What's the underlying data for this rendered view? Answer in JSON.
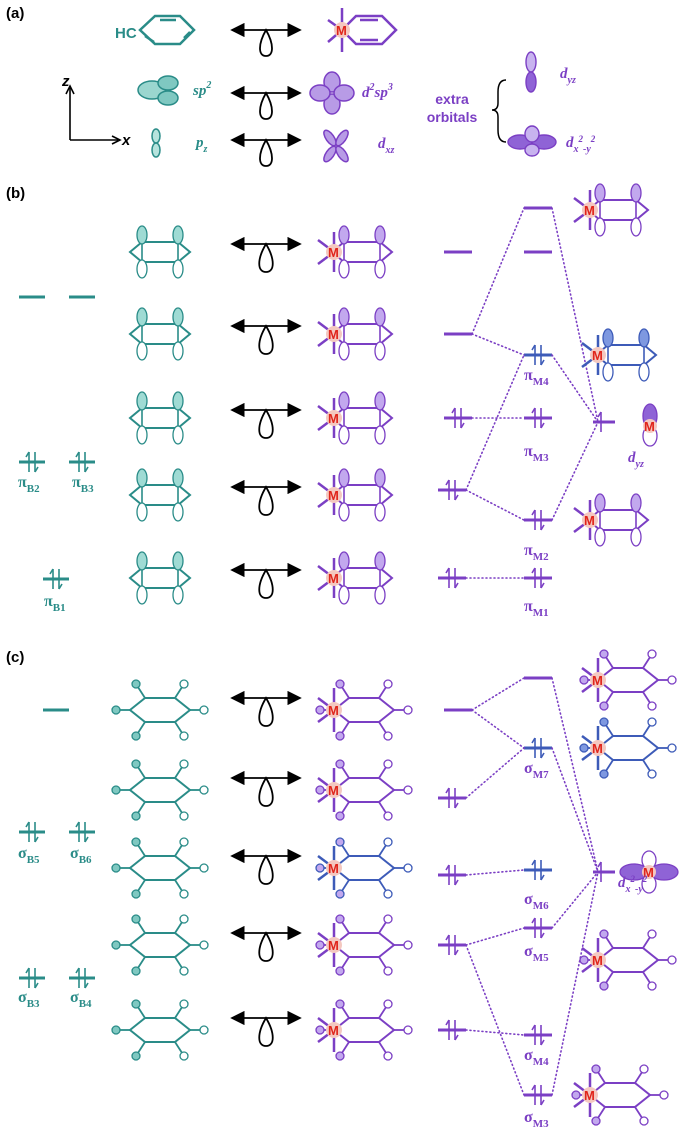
{
  "colors": {
    "teal": "#2a8c88",
    "purple": "#7b3fc4",
    "blue": "#3d5bb8",
    "metal": "#e0251b",
    "black": "#000000"
  },
  "panel_a": {
    "label": "(a)",
    "hc_label": "HC",
    "metal_label": "M",
    "axis_z": "z",
    "axis_x": "x",
    "sp2": {
      "base": "sp",
      "sup": "2"
    },
    "d2sp3": {
      "pre": "d",
      "pre_sup": "2",
      "base": "sp",
      "sup": "3"
    },
    "pz": {
      "base": "p",
      "sub": "z"
    },
    "dxz": {
      "base": "d",
      "sub": "xz"
    },
    "extra_1": "extra",
    "extra_2": "orbitals",
    "dyz": {
      "base": "d",
      "sub": "yz"
    },
    "dx2y2": {
      "base": "d",
      "sub_a": "x",
      "sup_a": "2",
      "sub_b": "-y",
      "sup_b": "2"
    }
  },
  "panel_b": {
    "label": "(b)",
    "metal_label": "M",
    "left_levels": [
      {
        "sym": "π",
        "sub": "B2"
      },
      {
        "sym": "π",
        "sub": "B3"
      },
      {
        "sym": "π",
        "sub": "B1"
      }
    ],
    "right_levels": [
      {
        "sym": "π",
        "sub": "M4"
      },
      {
        "sym": "π",
        "sub": "M3"
      },
      {
        "sym": "π",
        "sub": "M2"
      },
      {
        "sym": "π",
        "sub": "M1"
      }
    ],
    "dyz": {
      "base": "d",
      "sub": "yz"
    }
  },
  "panel_c": {
    "label": "(c)",
    "metal_label": "M",
    "left_levels": [
      {
        "sym": "σ",
        "sub": "B5"
      },
      {
        "sym": "σ",
        "sub": "B6"
      },
      {
        "sym": "σ",
        "sub": "B3"
      },
      {
        "sym": "σ",
        "sub": "B4"
      }
    ],
    "right_levels": [
      {
        "sym": "σ",
        "sub": "M7"
      },
      {
        "sym": "σ",
        "sub": "M6"
      },
      {
        "sym": "σ",
        "sub": "M5"
      },
      {
        "sym": "σ",
        "sub": "M4"
      },
      {
        "sym": "σ",
        "sub": "M3"
      }
    ],
    "dx2y2": {
      "base": "d",
      "sub_a": "x",
      "sup_a": "2",
      "sub_b": "-y",
      "sup_b": "2"
    }
  }
}
